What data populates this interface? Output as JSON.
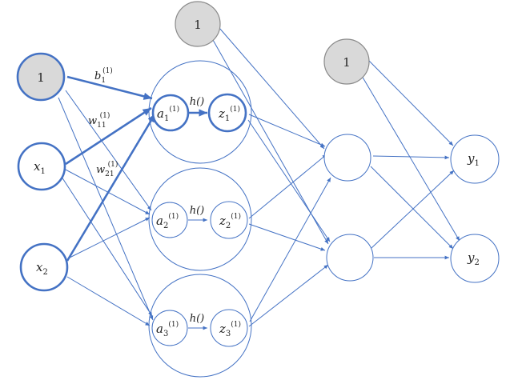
{
  "labels": {
    "bias": "1",
    "x": "x",
    "y": "y",
    "a": "a",
    "z": "z",
    "b": "b",
    "w": "w",
    "h_func": "h()",
    "layer_sup": "(1)"
  },
  "subscripts": {
    "x1": "1",
    "x2": "2",
    "y1": "1",
    "y2": "2",
    "a1": "1",
    "a2": "2",
    "a3": "3",
    "z1": "1",
    "z2": "2",
    "z3": "3",
    "b1": "1",
    "w11": "11",
    "w21": "21"
  },
  "colors": {
    "stroke": "#4472C4",
    "bias_fill": "#D9D9D9",
    "bias_stroke": "#8A8A8A",
    "bias_stroke_strong": "#4472C4",
    "node_fill": "#FFFFFF"
  }
}
